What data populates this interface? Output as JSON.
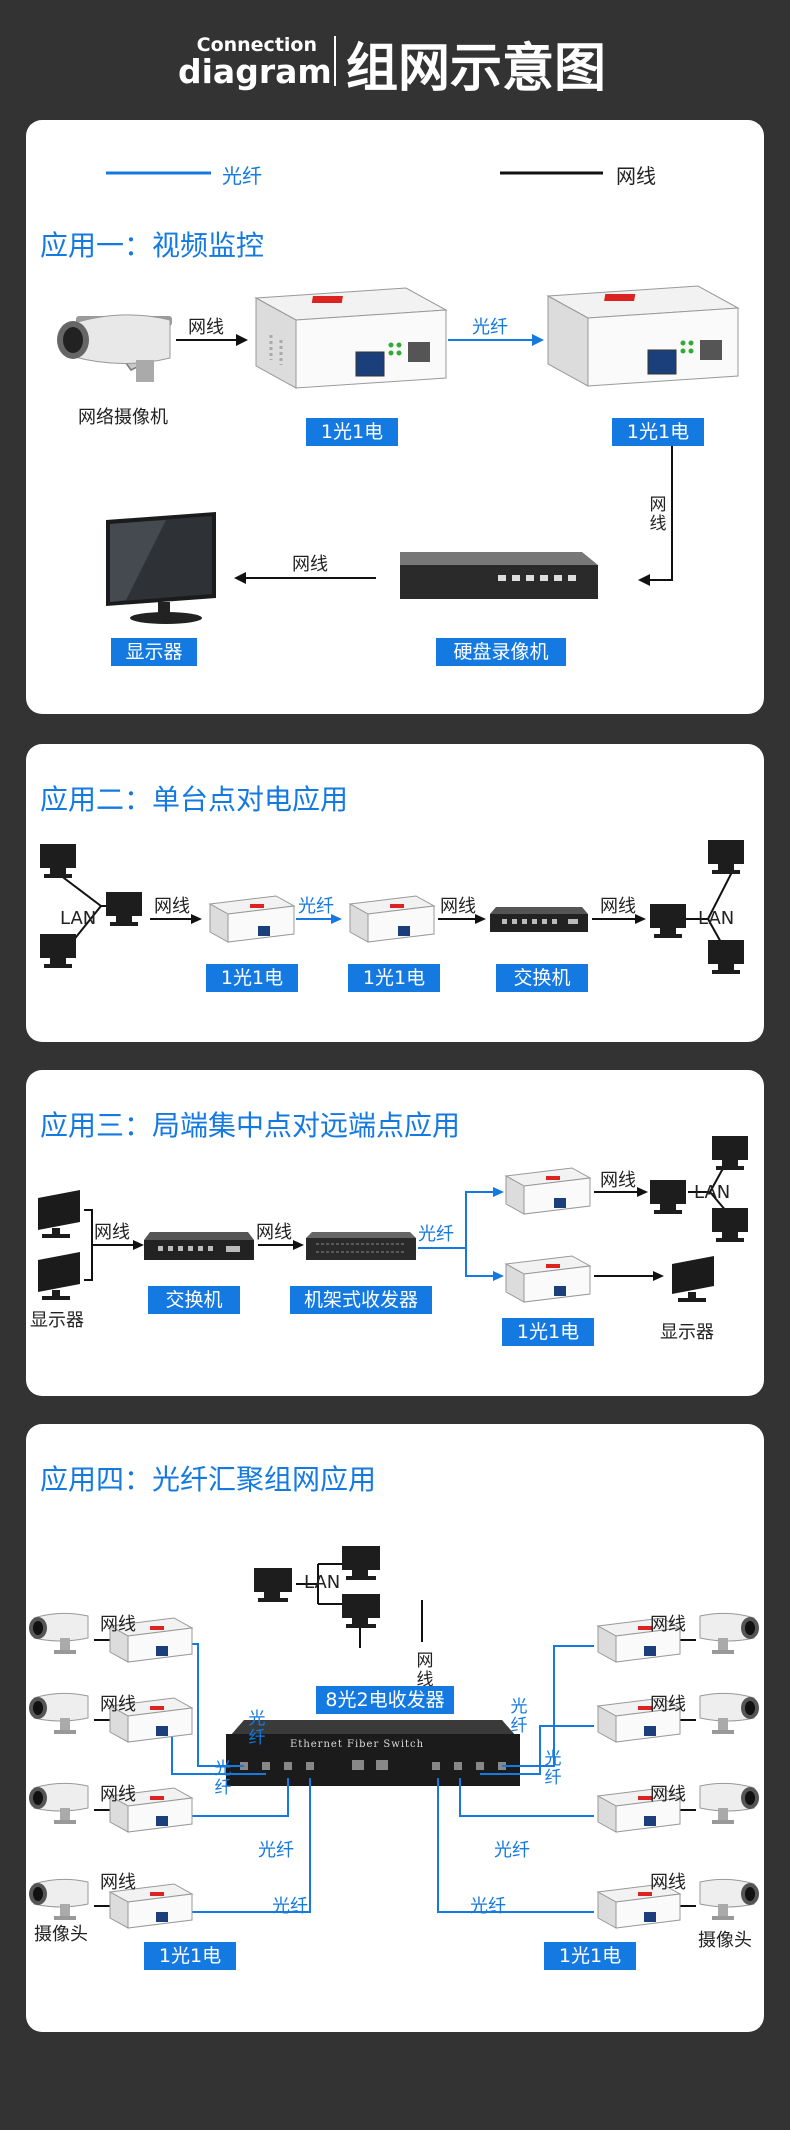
{
  "header": {
    "en_line1": "Connection",
    "en_line2": "diagram",
    "cn": "组网示意图"
  },
  "colors": {
    "fiber": "#1479e0",
    "cable": "#111111",
    "tag_bg": "#1479e0"
  },
  "legend": {
    "fiber": "光纤",
    "cable": "网线"
  },
  "labels": {
    "cable": "网线",
    "fiber": "光纤",
    "lan": "LAN",
    "converter": "1光1电"
  },
  "app1": {
    "title": "应用一：视频监控",
    "camera_label": "网络摄像机",
    "monitor_tag": "显示器",
    "nvr_tag": "硬盘录像机"
  },
  "app2": {
    "title": "应用二：单台点对电应用",
    "switch_tag": "交换机"
  },
  "app3": {
    "title": "应用三：局端集中点对远端点应用",
    "monitor_label": "显示器",
    "switch_tag": "交换机",
    "rack_tag": "机架式收发器"
  },
  "app4": {
    "title": "应用四：光纤汇聚组网应用",
    "switch_tag": "8光2电收发器",
    "switch_faceplate": "Ethernet Fiber Switch",
    "camera_label": "摄像头"
  }
}
